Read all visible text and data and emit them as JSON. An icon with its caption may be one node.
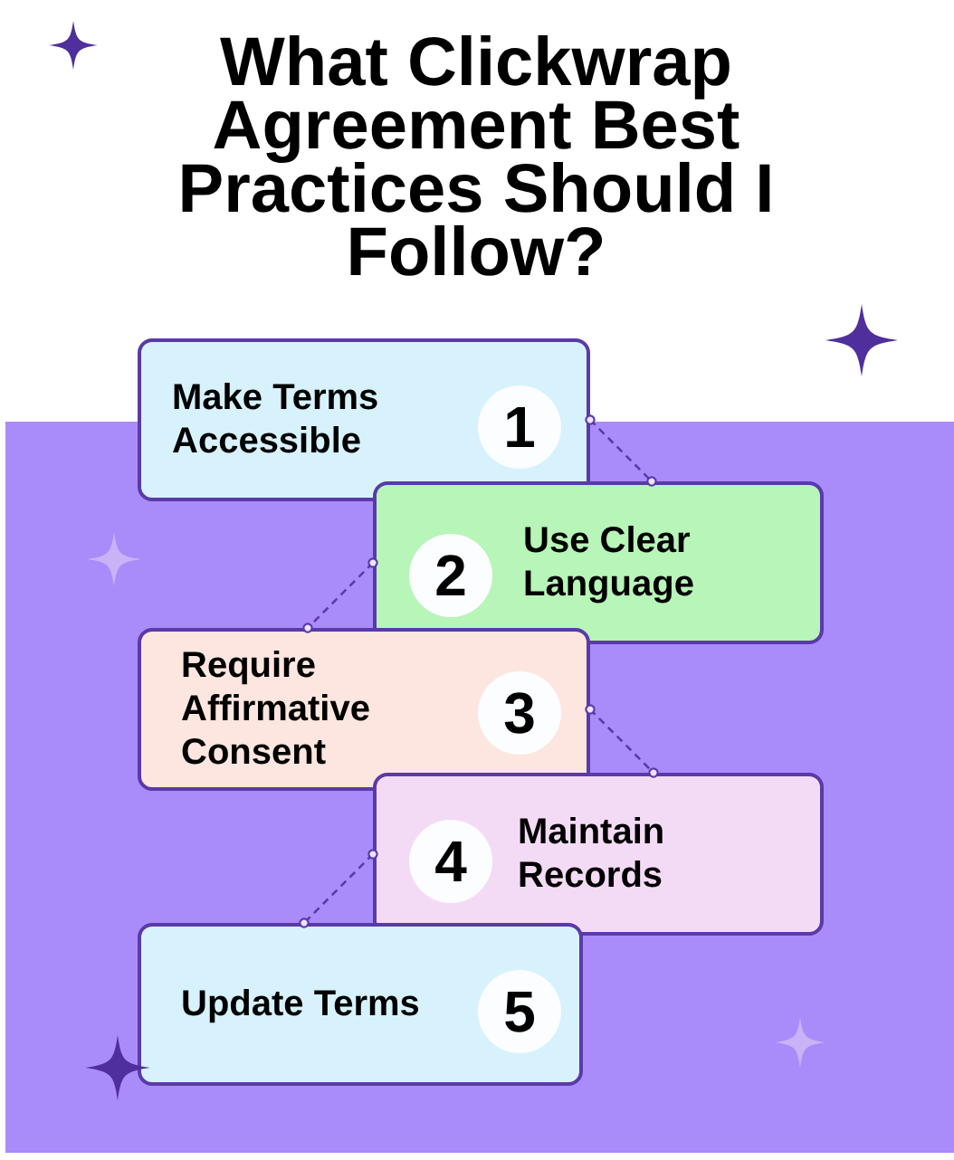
{
  "diagram": {
    "title": "What Clickwrap Agreement Best Practices Should I Follow?",
    "nodes": [
      {
        "text": [
          "Make Terms Accessible"
        ]
      },
      {
        "text": [
          "1"
        ],
        "in": 0
      },
      {
        "text": [
          "Use Clear Language"
        ]
      },
      {
        "text": [
          "2"
        ],
        "in": 2
      },
      {
        "text": [
          "Require Affirmative Consent"
        ]
      },
      {
        "text": [
          "3"
        ],
        "in": 4
      },
      {
        "text": [
          "Maintain Records"
        ]
      },
      {
        "text": [
          "4"
        ],
        "in": 6
      },
      {
        "text": [
          "Update Terms"
        ]
      },
      {
        "text": [
          "5"
        ],
        "in": 8
      }
    ],
    "edges": [
      {
        "from": 0,
        "to": 2,
        "arrow": "other",
        "style": "dashed"
      },
      {
        "from": 2,
        "to": 4,
        "arrow": "other",
        "style": "dashed"
      },
      {
        "from": 4,
        "to": 6,
        "arrow": "other",
        "style": "dashed"
      },
      {
        "from": 6,
        "to": 8,
        "arrow": "other",
        "style": "dashed"
      }
    ]
  }
}
